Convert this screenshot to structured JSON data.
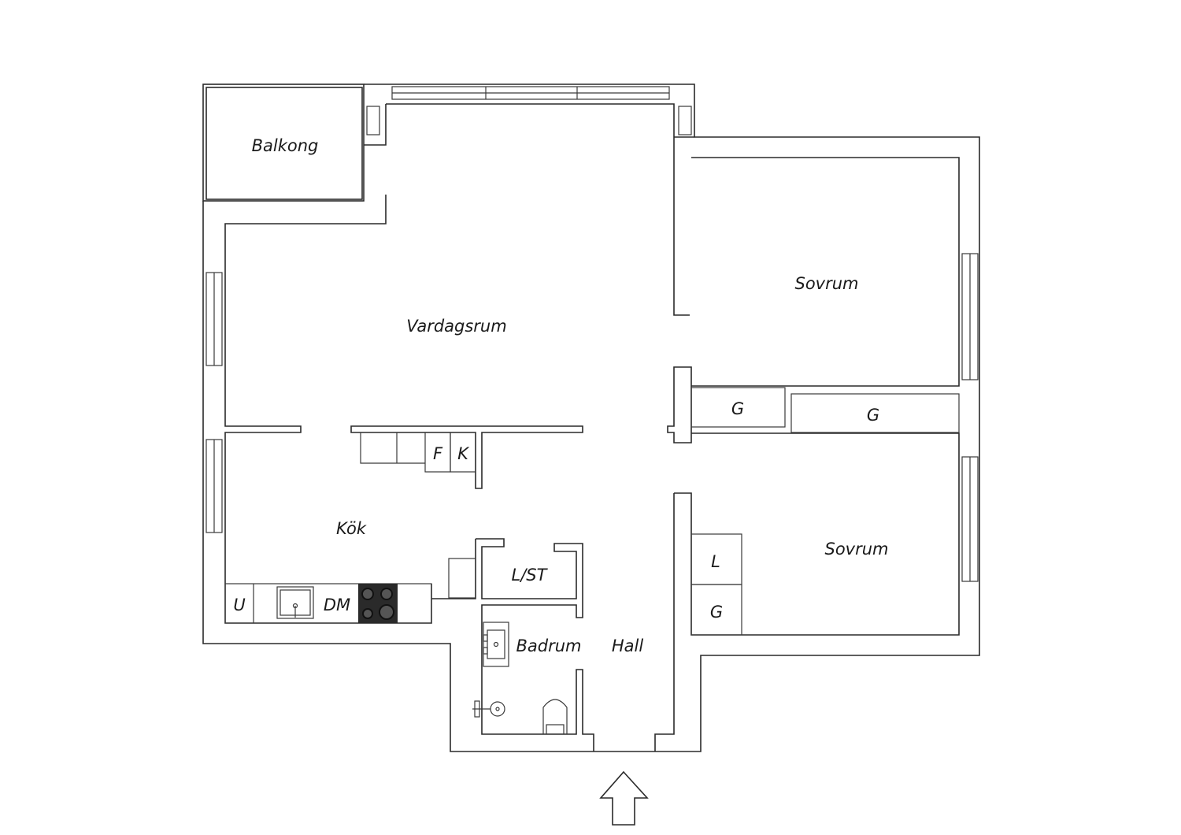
{
  "rooms": {
    "balkong": "Balkong",
    "vardagsrum": "Vardagsrum",
    "sovrum_1": "Sovrum",
    "sovrum_2": "Sovrum",
    "kok": "Kök",
    "badrum": "Badrum",
    "hall": "Hall",
    "lst": "L/ST"
  },
  "fixtures": {
    "fridge": "F",
    "freezer": "K",
    "wardrobe_1": "G",
    "wardrobe_2": "G",
    "wardrobe_3": "G",
    "linen": "L",
    "oven": "U",
    "dishwasher": "DM"
  }
}
